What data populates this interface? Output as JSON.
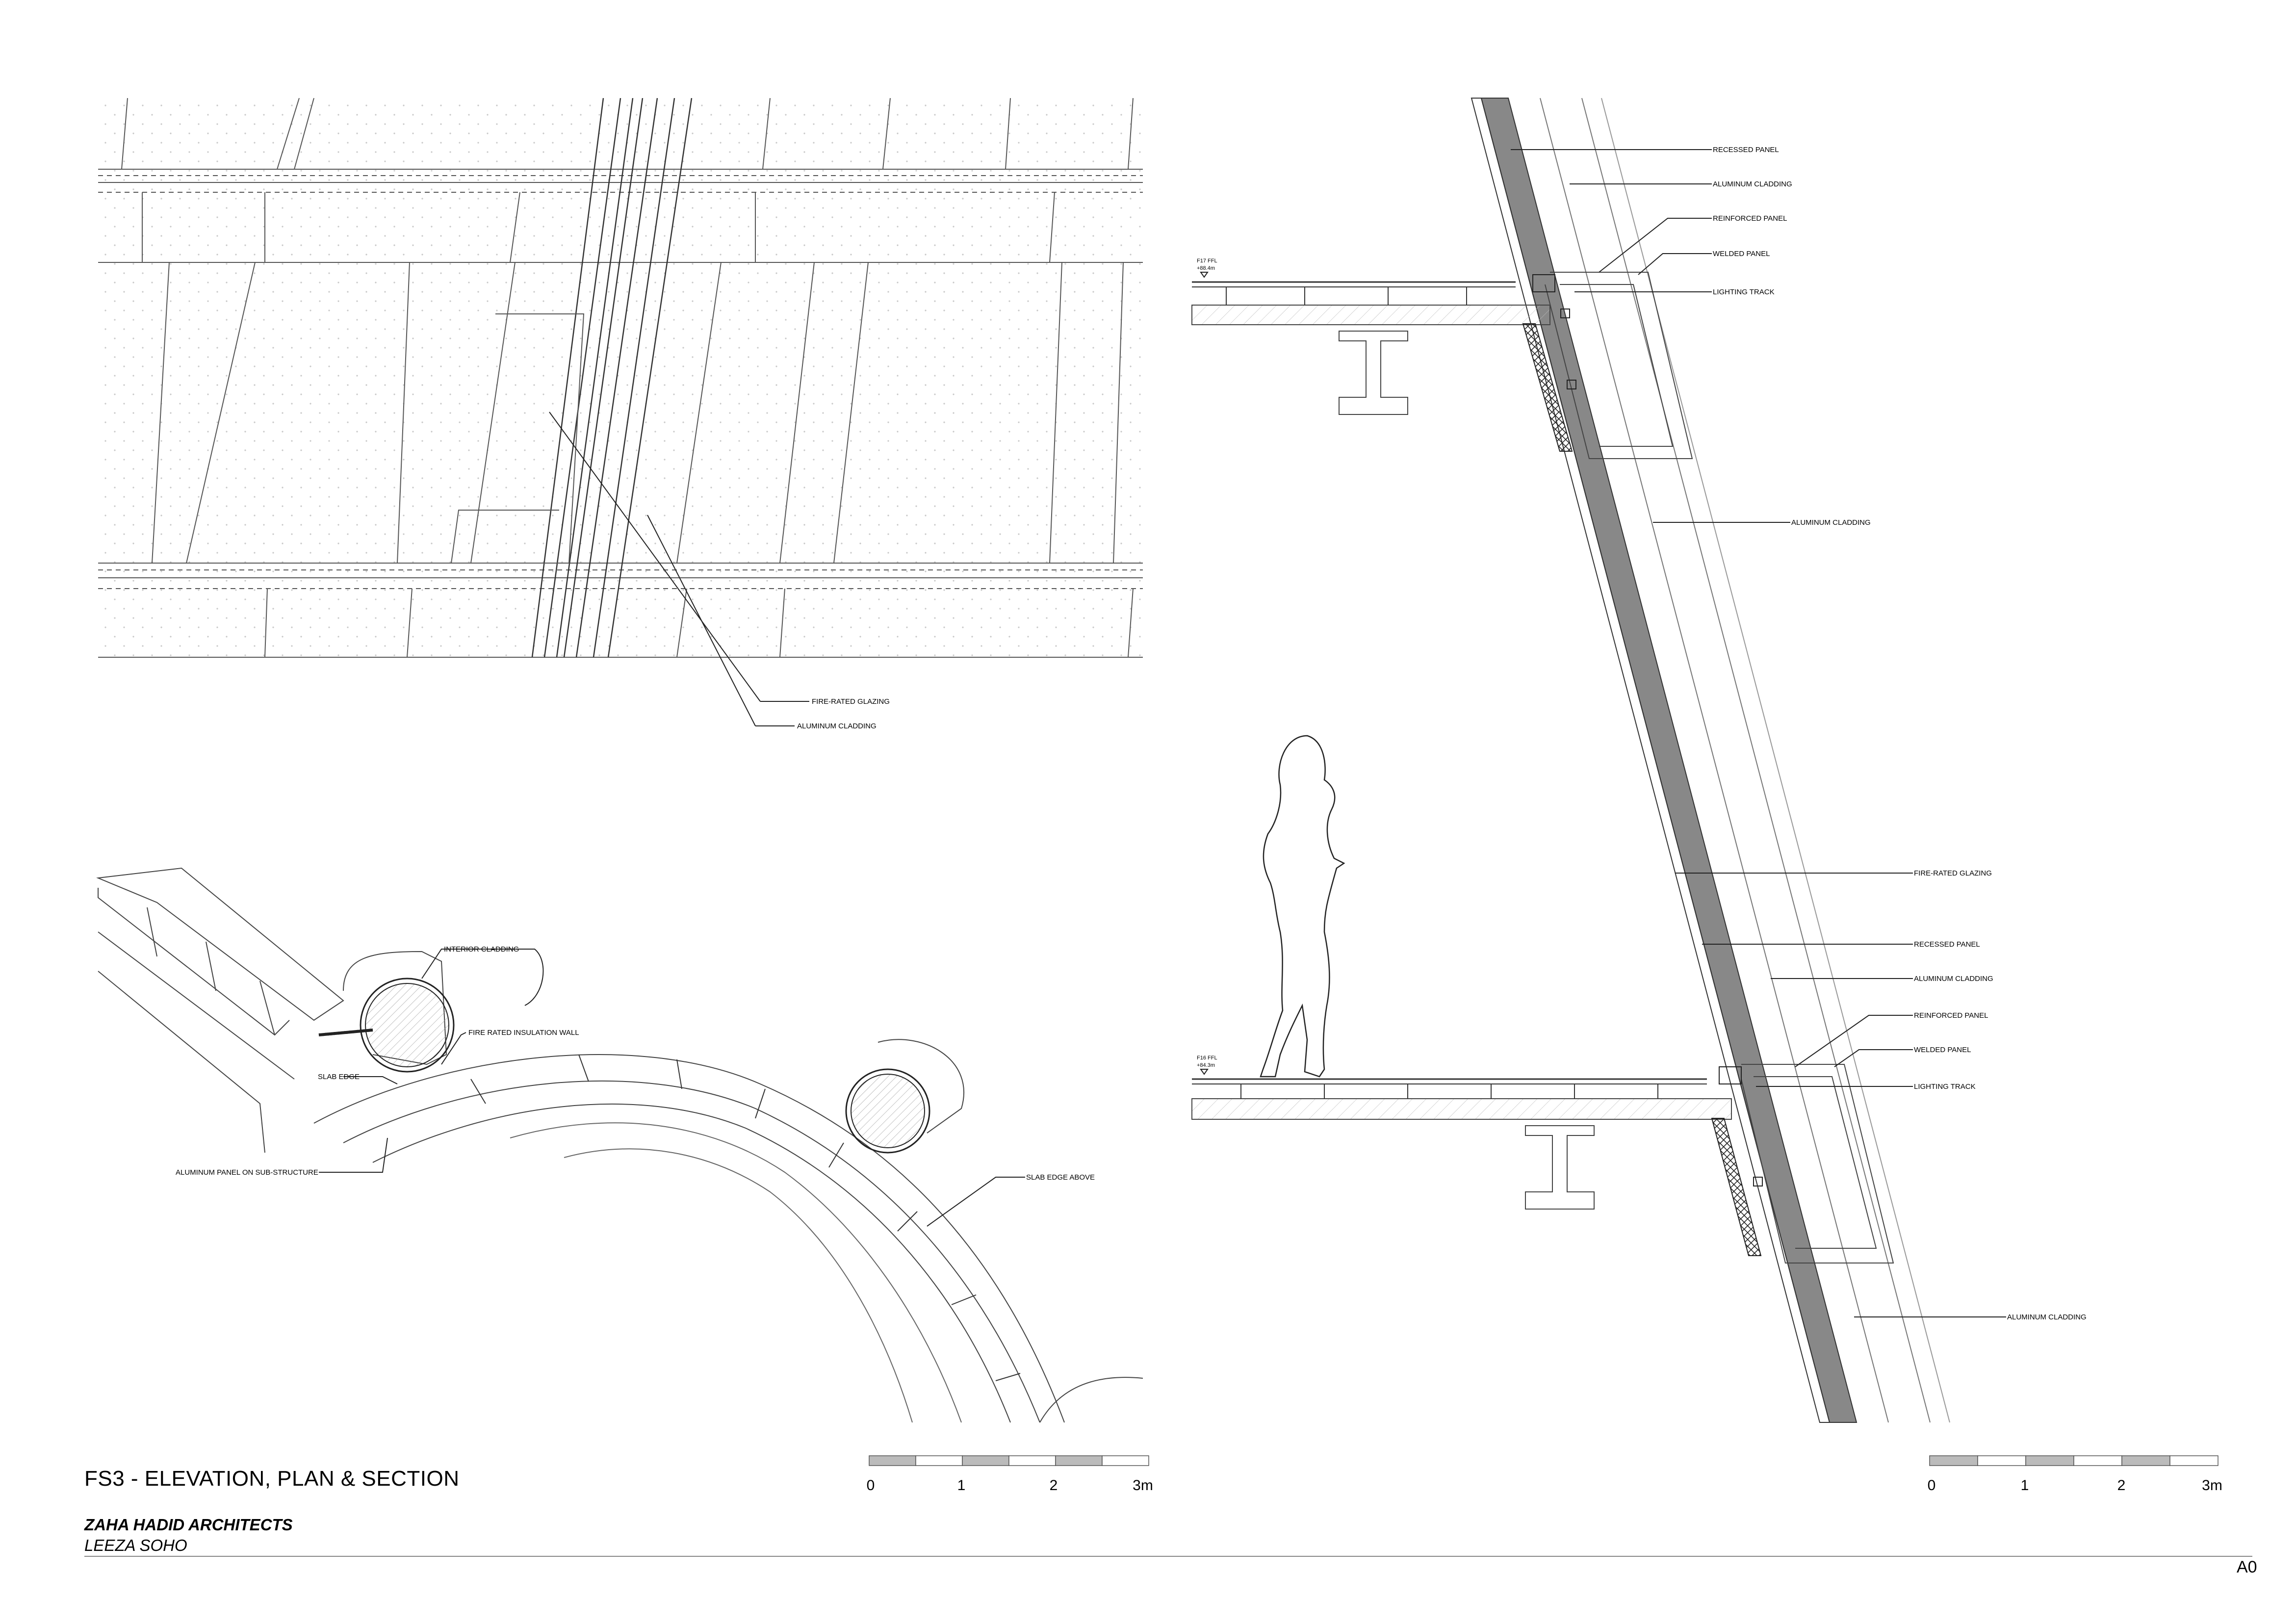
{
  "sheet": {
    "title": "FS3 - ELEVATION, PLAN & SECTION",
    "office": "ZAHA HADID ARCHITECTS",
    "project": "LEEZA SOHO",
    "paper_size": "A0"
  },
  "elevation": {
    "labels": [
      "FIRE-RATED GLAZING",
      "ALUMINUM CLADDING"
    ]
  },
  "plan": {
    "labels": [
      "INTERIOR CLADDING",
      "FIRE RATED INSULATION WALL",
      "SLAB EDGE",
      "ALUMINUM PANEL ON SUB-STRUCTURE",
      "SLAB EDGE ABOVE"
    ]
  },
  "section": {
    "upper_labels": [
      "RECESSED PANEL",
      "ALUMINUM CLADDING",
      "REINFORCED PANEL",
      "WELDED PANEL",
      "LIGHTING TRACK"
    ],
    "mid_label": "ALUMINUM CLADDING",
    "lower_labels": [
      "FIRE-RATED GLAZING",
      "RECESSED PANEL",
      "ALUMINUM CLADDING",
      "REINFORCED PANEL",
      "WELDED PANEL",
      "LIGHTING TRACK"
    ],
    "bottom_label": "ALUMINUM CLADDING",
    "level_upper": [
      "F17 FFL",
      "+88.4m"
    ],
    "level_lower": [
      "F16 FFL",
      "+84.3m"
    ]
  },
  "scale_bar": {
    "ticks": [
      "0",
      "1",
      "2",
      "3m"
    ]
  }
}
